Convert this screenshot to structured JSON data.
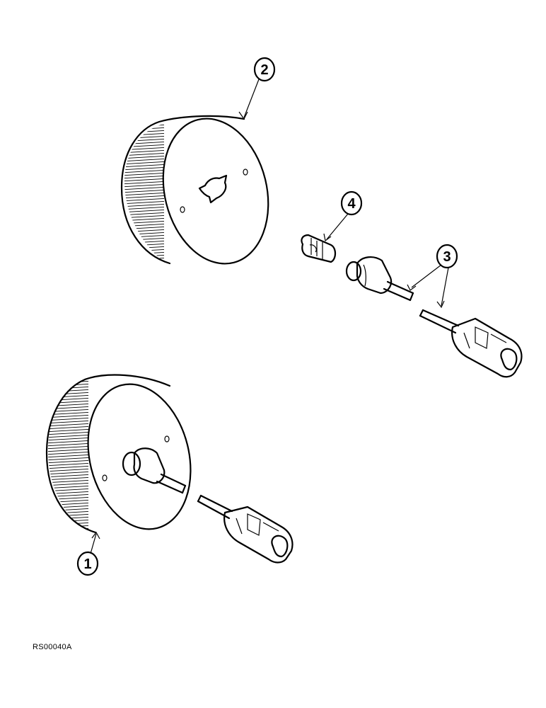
{
  "callouts": [
    {
      "id": "1",
      "label": "1"
    },
    {
      "id": "2",
      "label": "2"
    },
    {
      "id": "3",
      "label": "3"
    },
    {
      "id": "4",
      "label": "4"
    }
  ],
  "reference_code": "RS00040A"
}
